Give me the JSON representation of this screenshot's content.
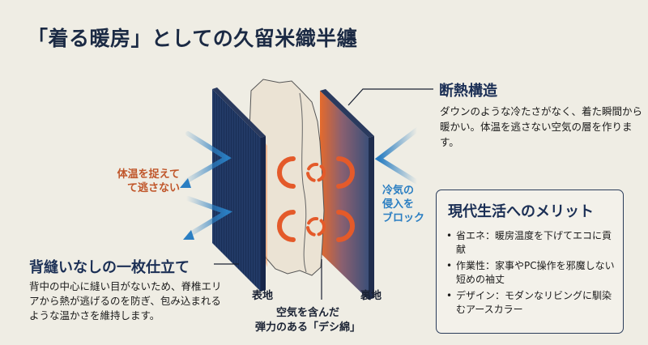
{
  "title": "「着る暖房」としての久留米織半纏",
  "diagram": {
    "insulation": {
      "heading": "断熱構造",
      "text": "ダウンのような冷たさがなく、着た瞬間から暖かい。体温を逃さない空気の層を作ります。"
    },
    "warm_label": "体温を捉えて\nて逃さない",
    "warm_label_line1": "体温を捉えて",
    "warm_label_line2": "て逃さない",
    "cold_label_line1": "冷気の",
    "cold_label_line2": "侵入を",
    "cold_label_line3": "ブロック",
    "layer_front": "表地",
    "layer_back": "裏地",
    "cotton_line1": "空気を含んだ",
    "cotton_line2": "弾力のある「デシ綿」",
    "seamless": {
      "heading": "背縫いなしの一枚仕立て",
      "text": "背中の中心に縫い目がないため、脊椎エリアから熱が逃げるのを防ぎ、包み込まれるような温かさを維持します。"
    }
  },
  "merits": {
    "title": "現代生活へのメリット",
    "items": [
      {
        "bullet": "•",
        "text": "省エネ：暖房温度を下げてエコに貢献"
      },
      {
        "bullet": "•",
        "text": "作業性：家事やPC操作を邪魔しない短めの袖丈"
      },
      {
        "bullet": "•",
        "text": "デザイン：モダンなリビングに馴染むアースカラー"
      }
    ]
  },
  "colors": {
    "background": "#efede4",
    "navy": "#1f3560",
    "warm": "#e05a2a",
    "cold": "#2a7ec2"
  }
}
